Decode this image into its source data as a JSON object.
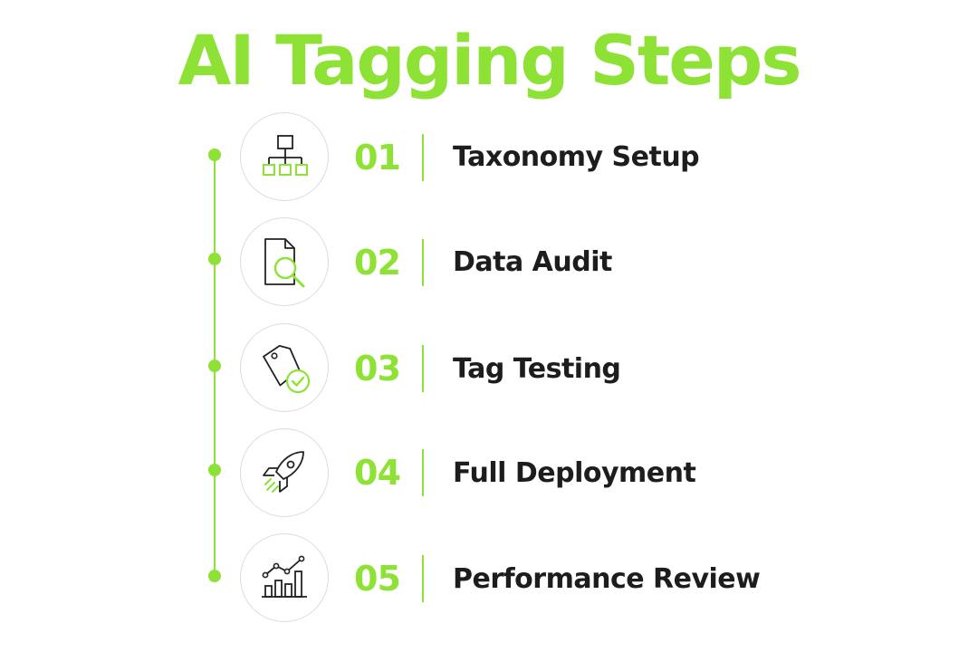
{
  "title": "AI Tagging Steps",
  "colors": {
    "accent": "#8ee236",
    "text": "#1d1d1d",
    "circle_border": "#dcdcdc",
    "icon_dark": "#222222"
  },
  "steps": [
    {
      "number": "01",
      "label": "Taxonomy Setup",
      "icon": "hierarchy-icon"
    },
    {
      "number": "02",
      "label": "Data Audit",
      "icon": "document-search-icon"
    },
    {
      "number": "03",
      "label": "Tag Testing",
      "icon": "tag-check-icon"
    },
    {
      "number": "04",
      "label": "Full Deployment",
      "icon": "rocket-icon"
    },
    {
      "number": "05",
      "label": "Performance Review",
      "icon": "chart-trend-icon"
    }
  ]
}
